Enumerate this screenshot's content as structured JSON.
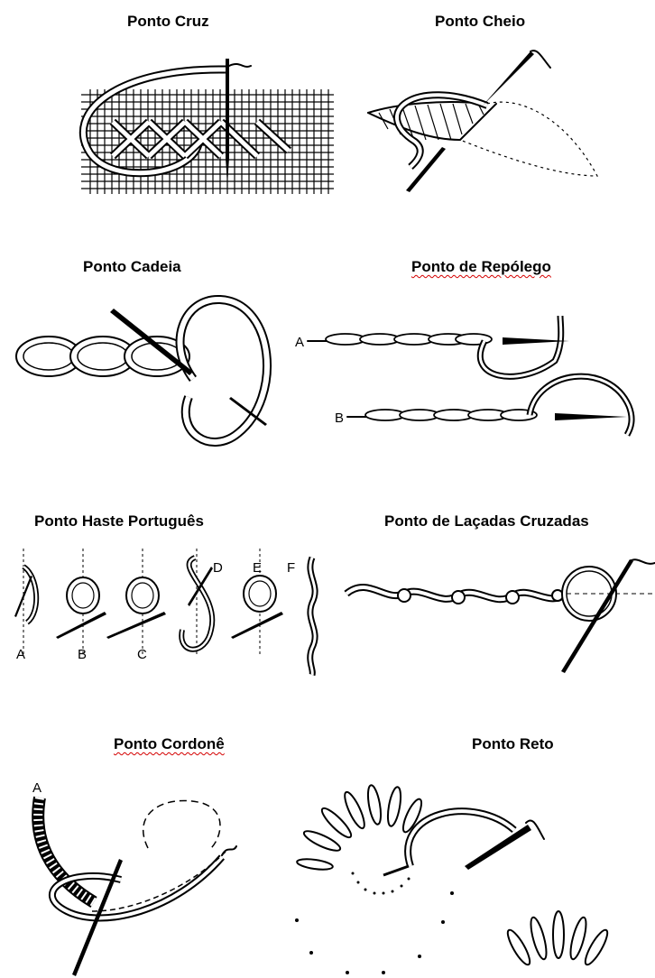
{
  "titles": {
    "cruz": "Ponto Cruz",
    "cheio": "Ponto Cheio",
    "cadeia": "Ponto Cadeia",
    "repolego": "Ponto de Repólego",
    "haste": "Ponto Haste Português",
    "lacadas": "Ponto de Laçadas Cruzadas",
    "cordone": "Ponto Cordonê",
    "reto": "Ponto Reto"
  },
  "labels": {
    "repolego_a": "A",
    "repolego_b": "B",
    "haste_a": "A",
    "haste_b": "B",
    "haste_c": "C",
    "haste_d": "D",
    "haste_e": "E",
    "haste_f": "F",
    "cordone_a": "A"
  },
  "colors": {
    "ink": "#000000",
    "background": "#ffffff",
    "spellcheck_underline": "#d40000"
  }
}
